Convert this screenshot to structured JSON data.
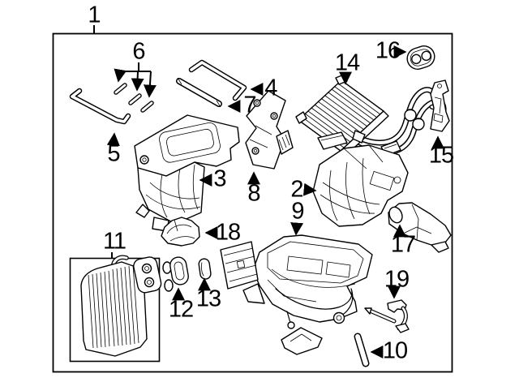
{
  "colors": {
    "background": "#ffffff",
    "line_color": "#000000"
  },
  "callouts": [
    {
      "label": "1"
    },
    {
      "label": "2"
    },
    {
      "label": "3"
    },
    {
      "label": "4"
    },
    {
      "label": "5"
    },
    {
      "label": "6"
    },
    {
      "label": "7"
    },
    {
      "label": "8"
    },
    {
      "label": "9"
    },
    {
      "label": "10"
    },
    {
      "label": "11"
    },
    {
      "label": "12"
    },
    {
      "label": "13"
    },
    {
      "label": "14"
    },
    {
      "label": "15"
    },
    {
      "label": "16"
    },
    {
      "label": "17"
    },
    {
      "label": "18"
    },
    {
      "label": "19"
    }
  ]
}
